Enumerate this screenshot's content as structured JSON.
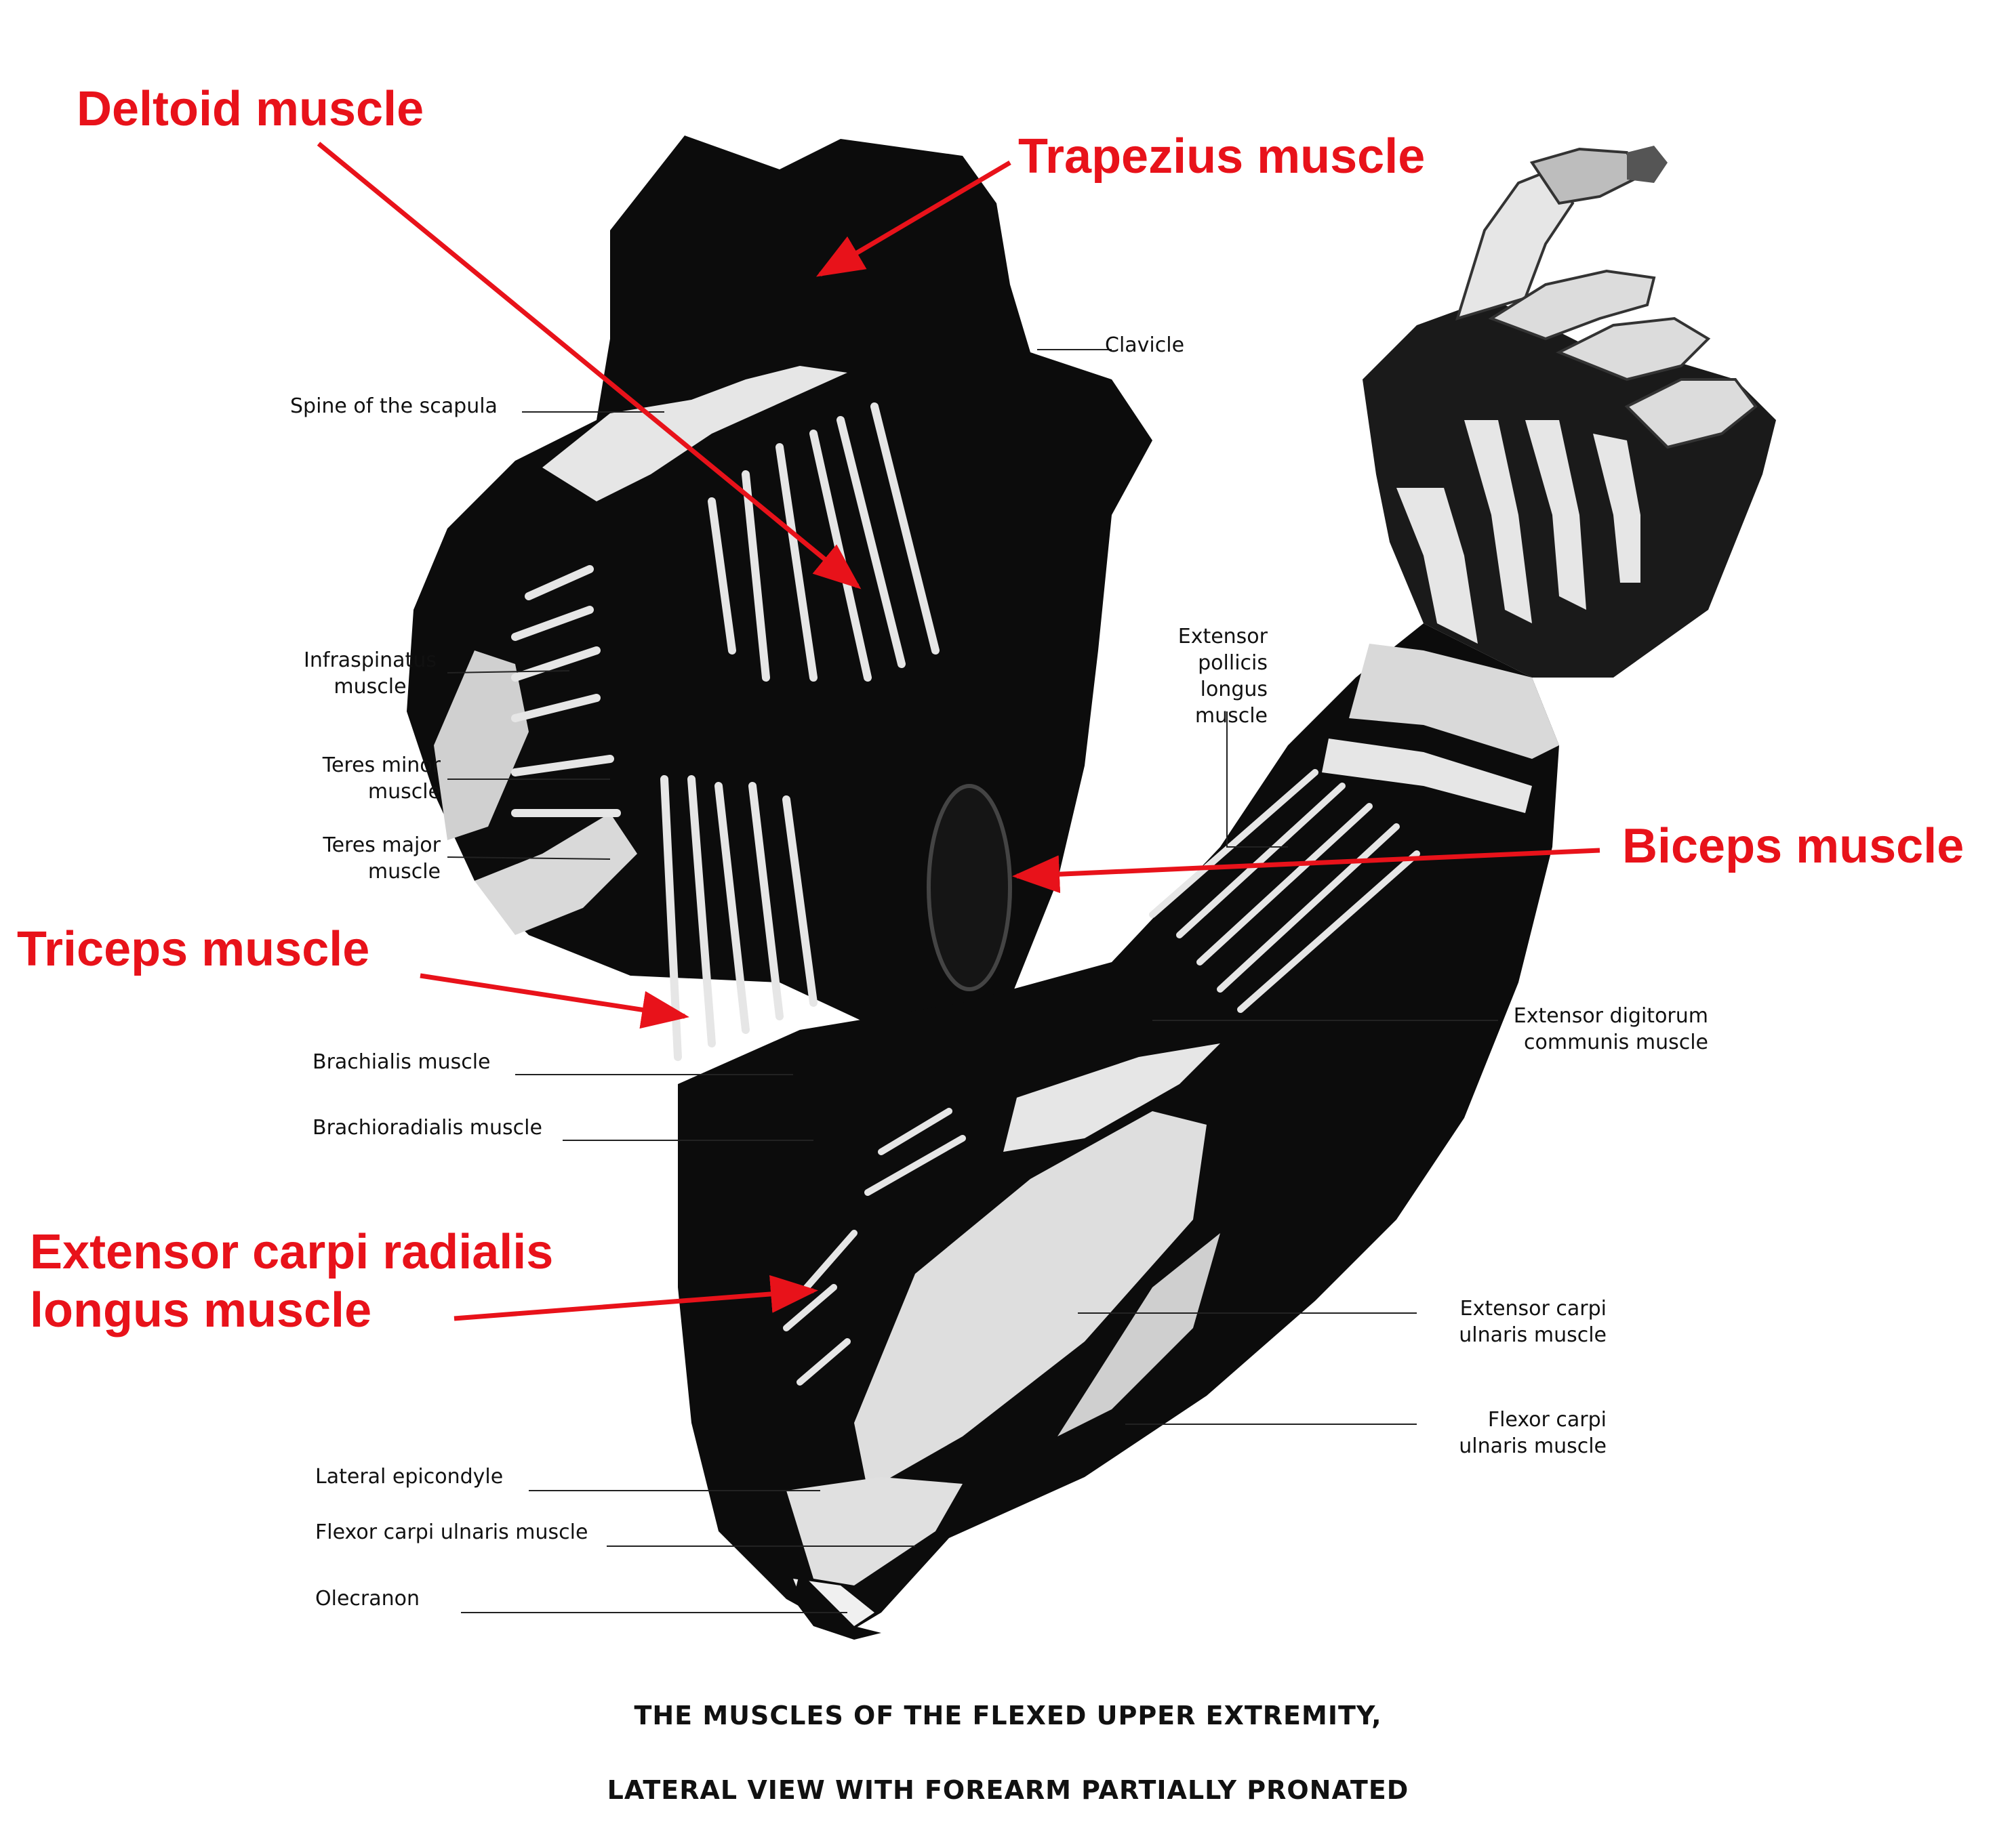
{
  "colors": {
    "annotation_red": "#e8121a",
    "muscle_dark": "#0c0c0c",
    "tendon_light": "#e6e6e6",
    "text": "#111111"
  },
  "annotations": {
    "deltoid": "Deltoid muscle",
    "trapezius": "Trapezius muscle",
    "biceps": "Biceps muscle",
    "triceps": "Triceps muscle",
    "ecrl_line1": "Extensor carpi radialis",
    "ecrl_line2": "longus muscle"
  },
  "labels": {
    "clavicle": "Clavicle",
    "spine_scapula": "Spine of the scapula",
    "infraspinatus_1": "Infraspinatus",
    "infraspinatus_2": "muscle",
    "teres_minor_1": "Teres minor",
    "teres_minor_2": "muscle",
    "teres_major_1": "Teres major",
    "teres_major_2": "muscle",
    "epl_1": "Extensor",
    "epl_2": "pollicis",
    "epl_3": "longus",
    "epl_4": "muscle",
    "edc_1": "Extensor digitorum",
    "edc_2": "communis muscle",
    "brachialis": "Brachialis muscle",
    "brachioradialis": "Brachioradialis muscle",
    "ecu_1": "Extensor carpi",
    "ecu_2": "ulnaris muscle",
    "fcu_right_1": "Flexor carpi",
    "fcu_right_2": "ulnaris muscle",
    "lateral_epicondyle": "Lateral epicondyle",
    "fcu_left": "Flexor carpi ulnaris muscle",
    "olecranon": "Olecranon"
  },
  "caption": {
    "line1": "THE MUSCLES OF THE FLEXED UPPER EXTREMITY,",
    "line2": "LATERAL VIEW WITH FOREARM PARTIALLY PRONATED"
  }
}
